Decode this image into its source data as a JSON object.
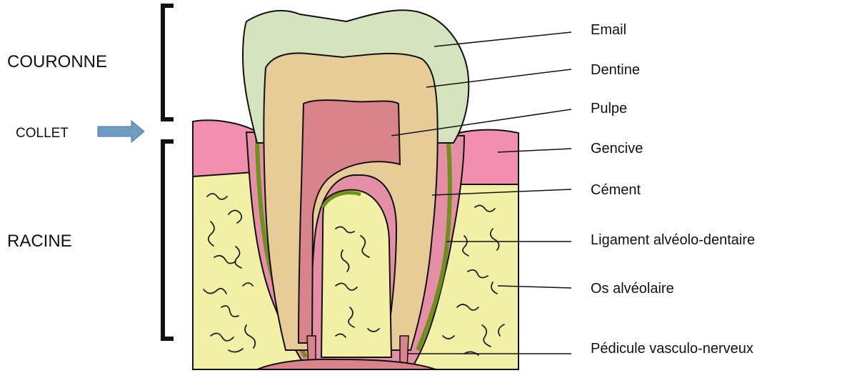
{
  "sections": {
    "crown": "COURONNE",
    "neck": "COLLET",
    "root": "RACINE"
  },
  "labels": [
    "Email",
    "Dentine",
    "Pulpe",
    "Gencive",
    "Cément",
    "Ligament alvéolo-dentaire",
    "Os alvéolaire",
    "Pédicule vasculo-nerveux"
  ],
  "colors": {
    "enamel": "#d5e4bf",
    "dentin": "#e8cc98",
    "pulp": "#d9838a",
    "gum": "#f28fb0",
    "cementum": "#e58fa6",
    "ligament": "#6f8f1f",
    "bone": "#f1f0a6",
    "arrow": "#6f9bc0"
  }
}
